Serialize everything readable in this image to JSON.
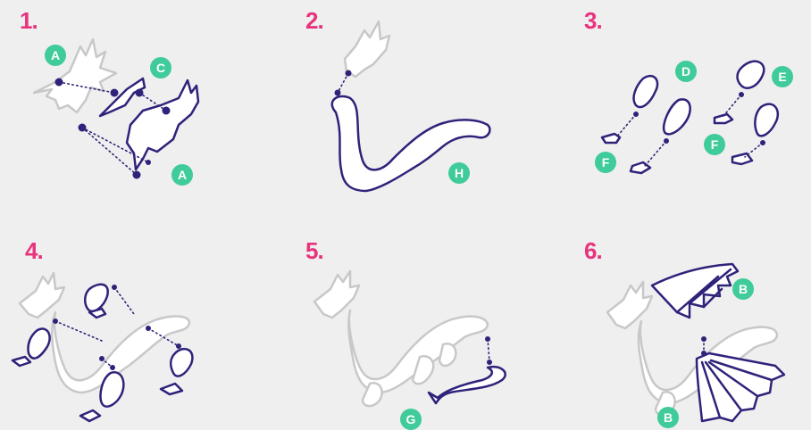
{
  "steps": [
    {
      "number": "1.",
      "badges": [
        "A",
        "C",
        "A"
      ]
    },
    {
      "number": "2.",
      "badges": [
        "H"
      ]
    },
    {
      "number": "3.",
      "badges": [
        "D",
        "E",
        "F",
        "F"
      ]
    },
    {
      "number": "4.",
      "badges": []
    },
    {
      "number": "5.",
      "badges": [
        "G"
      ]
    },
    {
      "number": "6.",
      "badges": [
        "B",
        "B"
      ]
    }
  ],
  "colors": {
    "step_number": "#e8337d",
    "badge": "#3fcb9a",
    "ink": "#2e237a",
    "ghost_outline": "#c8c8c8",
    "background": "#efefef"
  }
}
